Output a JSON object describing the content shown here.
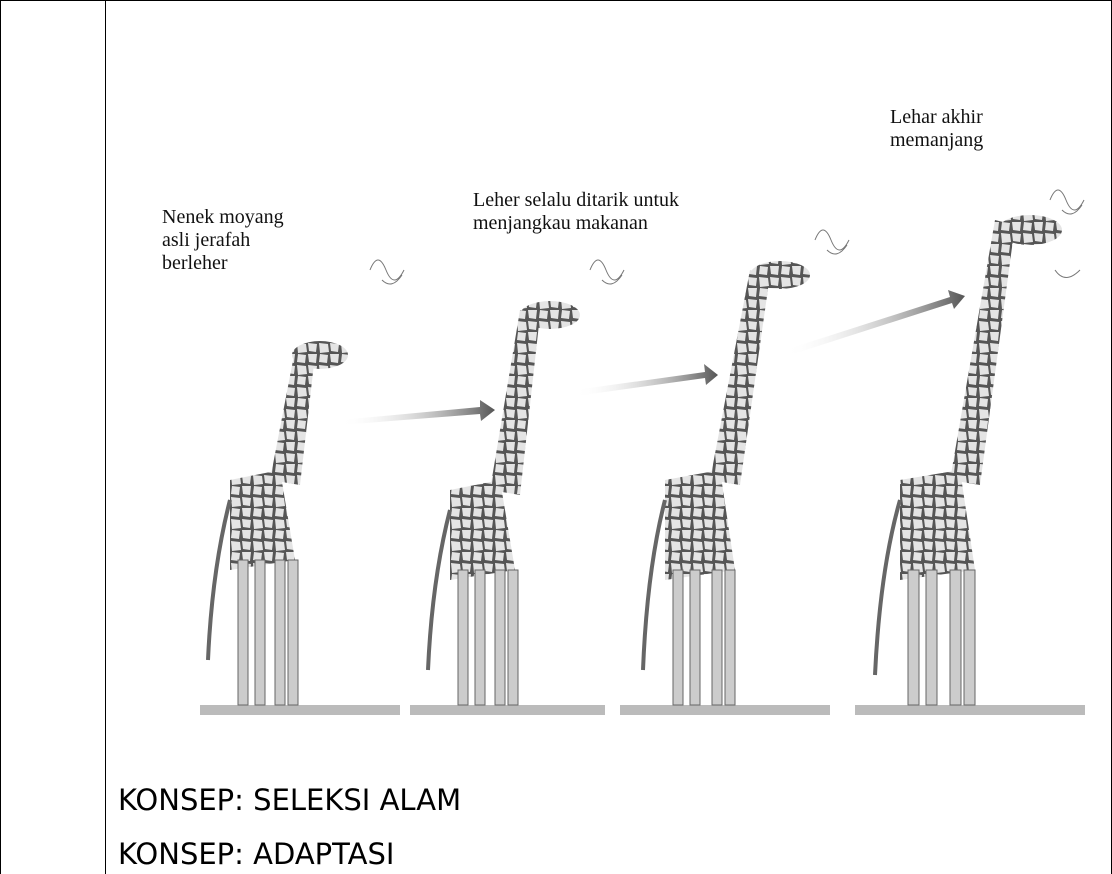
{
  "figure": {
    "captions": [
      "Nenek moyang\nasli jerafah\nberleher",
      "Leher selalu ditarik untuk\nmenjangkau makanan",
      "Lehar akhir\nmemanjang"
    ]
  },
  "concepts": [
    "KONSEP: SELEKSI ALAM",
    "KONSEP: ADAPTASI"
  ]
}
